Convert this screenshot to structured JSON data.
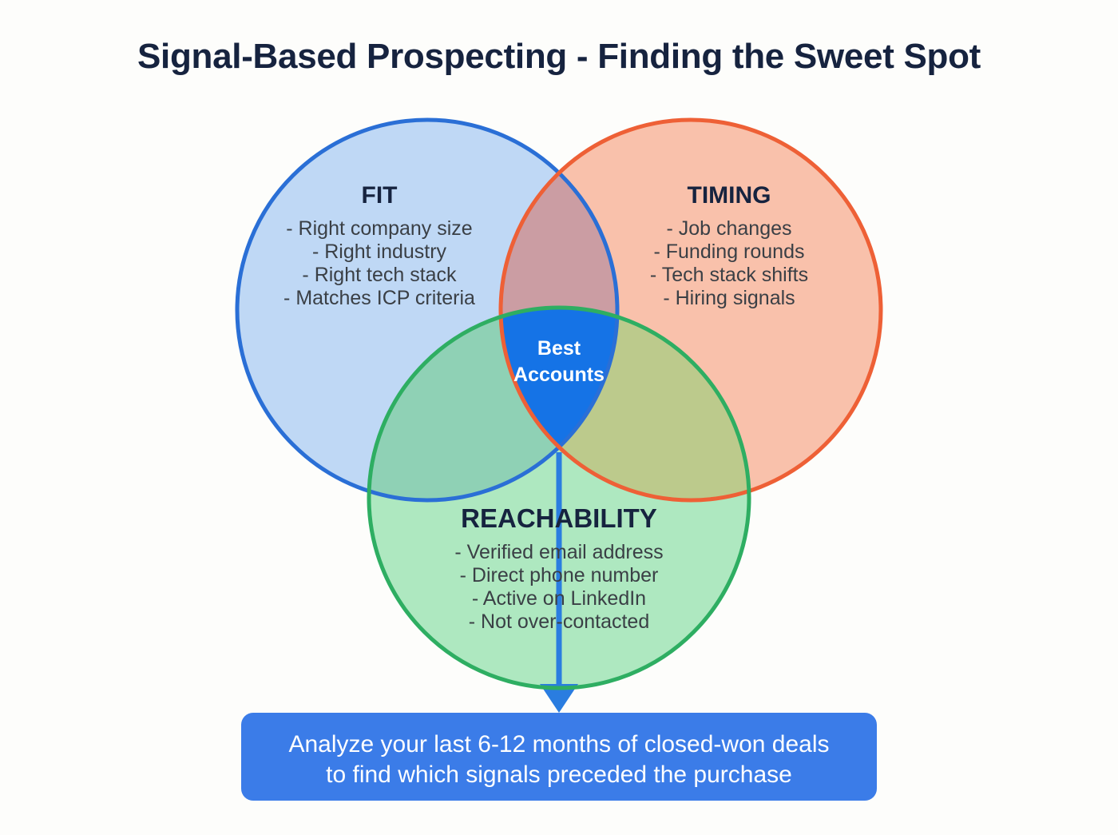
{
  "title": "Signal-Based Prospecting - Finding the Sweet Spot",
  "colors": {
    "background": "#fdfdfb",
    "title_text": "#16233f",
    "fit_stroke": "#2a6fd6",
    "fit_fill": "#bfd8f5",
    "timing_stroke": "#ee6036",
    "timing_fill": "#f9c1ab",
    "reach_stroke": "#2eae62",
    "reach_fill": "#aee8c0",
    "center_fill": "#1573e6",
    "callout_fill": "#3b7ce8",
    "arrow": "#2a7de0",
    "item_text": "#3a3f45"
  },
  "circles": {
    "fit": {
      "title": "FIT",
      "items": [
        "- Right company size",
        "- Right industry",
        "- Right tech stack",
        "- Matches ICP criteria"
      ]
    },
    "timing": {
      "title": "TIMING",
      "items": [
        "- Job changes",
        "- Funding rounds",
        "- Tech stack shifts",
        "- Hiring signals"
      ]
    },
    "reachability": {
      "title": "REACHABILITY",
      "items": [
        "- Verified email address",
        "- Direct phone number",
        "- Active on LinkedIn",
        "- Not over-contacted"
      ]
    }
  },
  "center": {
    "line1": "Best",
    "line2": "Accounts"
  },
  "callout": {
    "line1": "Analyze your last 6-12 months of closed-won deals",
    "line2": "to find which signals preceded the purchase"
  }
}
